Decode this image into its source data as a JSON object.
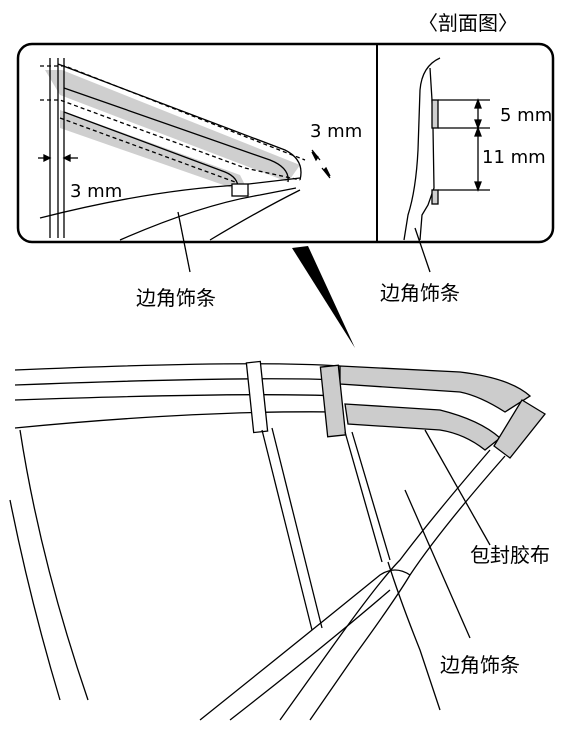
{
  "labels": {
    "section_title": "〈剖面图〉",
    "inset_left_dim_top": "3 mm",
    "inset_left_dim_bottom": "3 mm",
    "inset_left_label": "边角饰条",
    "inset_right_dim_upper": "5 mm",
    "inset_right_dim_lower": "11 mm",
    "inset_right_label": "边角饰条",
    "main_tape_label": "包封胶布",
    "main_molding_label": "边角饰条"
  },
  "colors": {
    "tape": "#c8c8c8",
    "line": "#000000"
  }
}
